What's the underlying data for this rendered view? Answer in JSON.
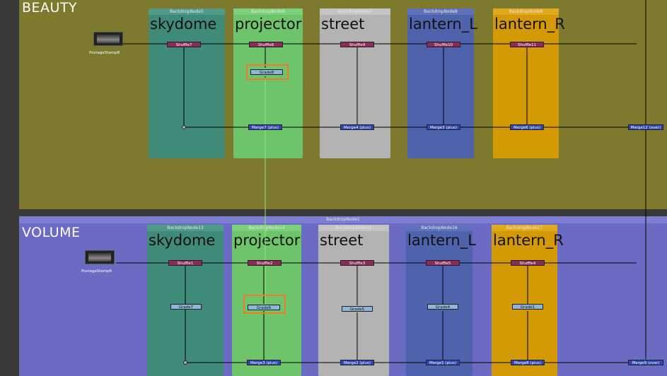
{
  "lanes": {
    "beauty": {
      "title": "BEAUTY",
      "backdrops": [
        {
          "name": "BackdropNode5",
          "label": "skydome"
        },
        {
          "name": "BackdropNode6",
          "label": "projector"
        },
        {
          "name": "BackdropNode7",
          "label": "street"
        },
        {
          "name": "BackdropNode8",
          "label": "lantern_L"
        },
        {
          "name": "BackdropNode9",
          "label": "lantern_R"
        }
      ],
      "postage_stamp": "PostageStamp8",
      "shuffles": [
        "Shuffle7",
        "Shuffle6",
        "Shuffle9",
        "Shuffle10",
        "Shuffle11"
      ],
      "grade": "Grade8",
      "merges": [
        "Merge7 (plus)",
        "Merge4 (plus)",
        "Merge3 (plus)",
        "Merge6 (plus)",
        "Merge12 (over)"
      ]
    },
    "volume": {
      "title": "VOLUME",
      "outer_backdrop": "BackdropNode1",
      "backdrops": [
        {
          "name": "BackdropNode13",
          "label": "skydome"
        },
        {
          "name": "BackdropNode14",
          "label": "projector"
        },
        {
          "name": "BackdropNode15",
          "label": "street"
        },
        {
          "name": "BackdropNode16",
          "label": "lantern_L"
        },
        {
          "name": "BackdropNode17",
          "label": "lantern_R"
        }
      ],
      "postage_stamp": "PostageStamp6",
      "shuffles": [
        "Shuffle1",
        "Shuffle2",
        "Shuffle3",
        "Shuffle5",
        "Shuffle4"
      ],
      "grades": [
        "Grade7",
        "Grade6",
        "Grade5",
        "Grade4",
        "Grade1"
      ],
      "merges": [
        "Merge3 (plus)",
        "Merge2 (plus)",
        "Merge1 (plus)",
        "Merge8 (plus)",
        "Merge9 (over)"
      ]
    }
  },
  "colors": {
    "beauty_bg": "#7d7a2d",
    "volume_bg": "#6b6bc4",
    "skydome": "#3f8a78",
    "projector": "#6dc46b",
    "street": "#b3b3b3",
    "lantern_L": "#4f63ad",
    "lantern_R": "#d39a06",
    "highlight": "#f07b2a"
  }
}
